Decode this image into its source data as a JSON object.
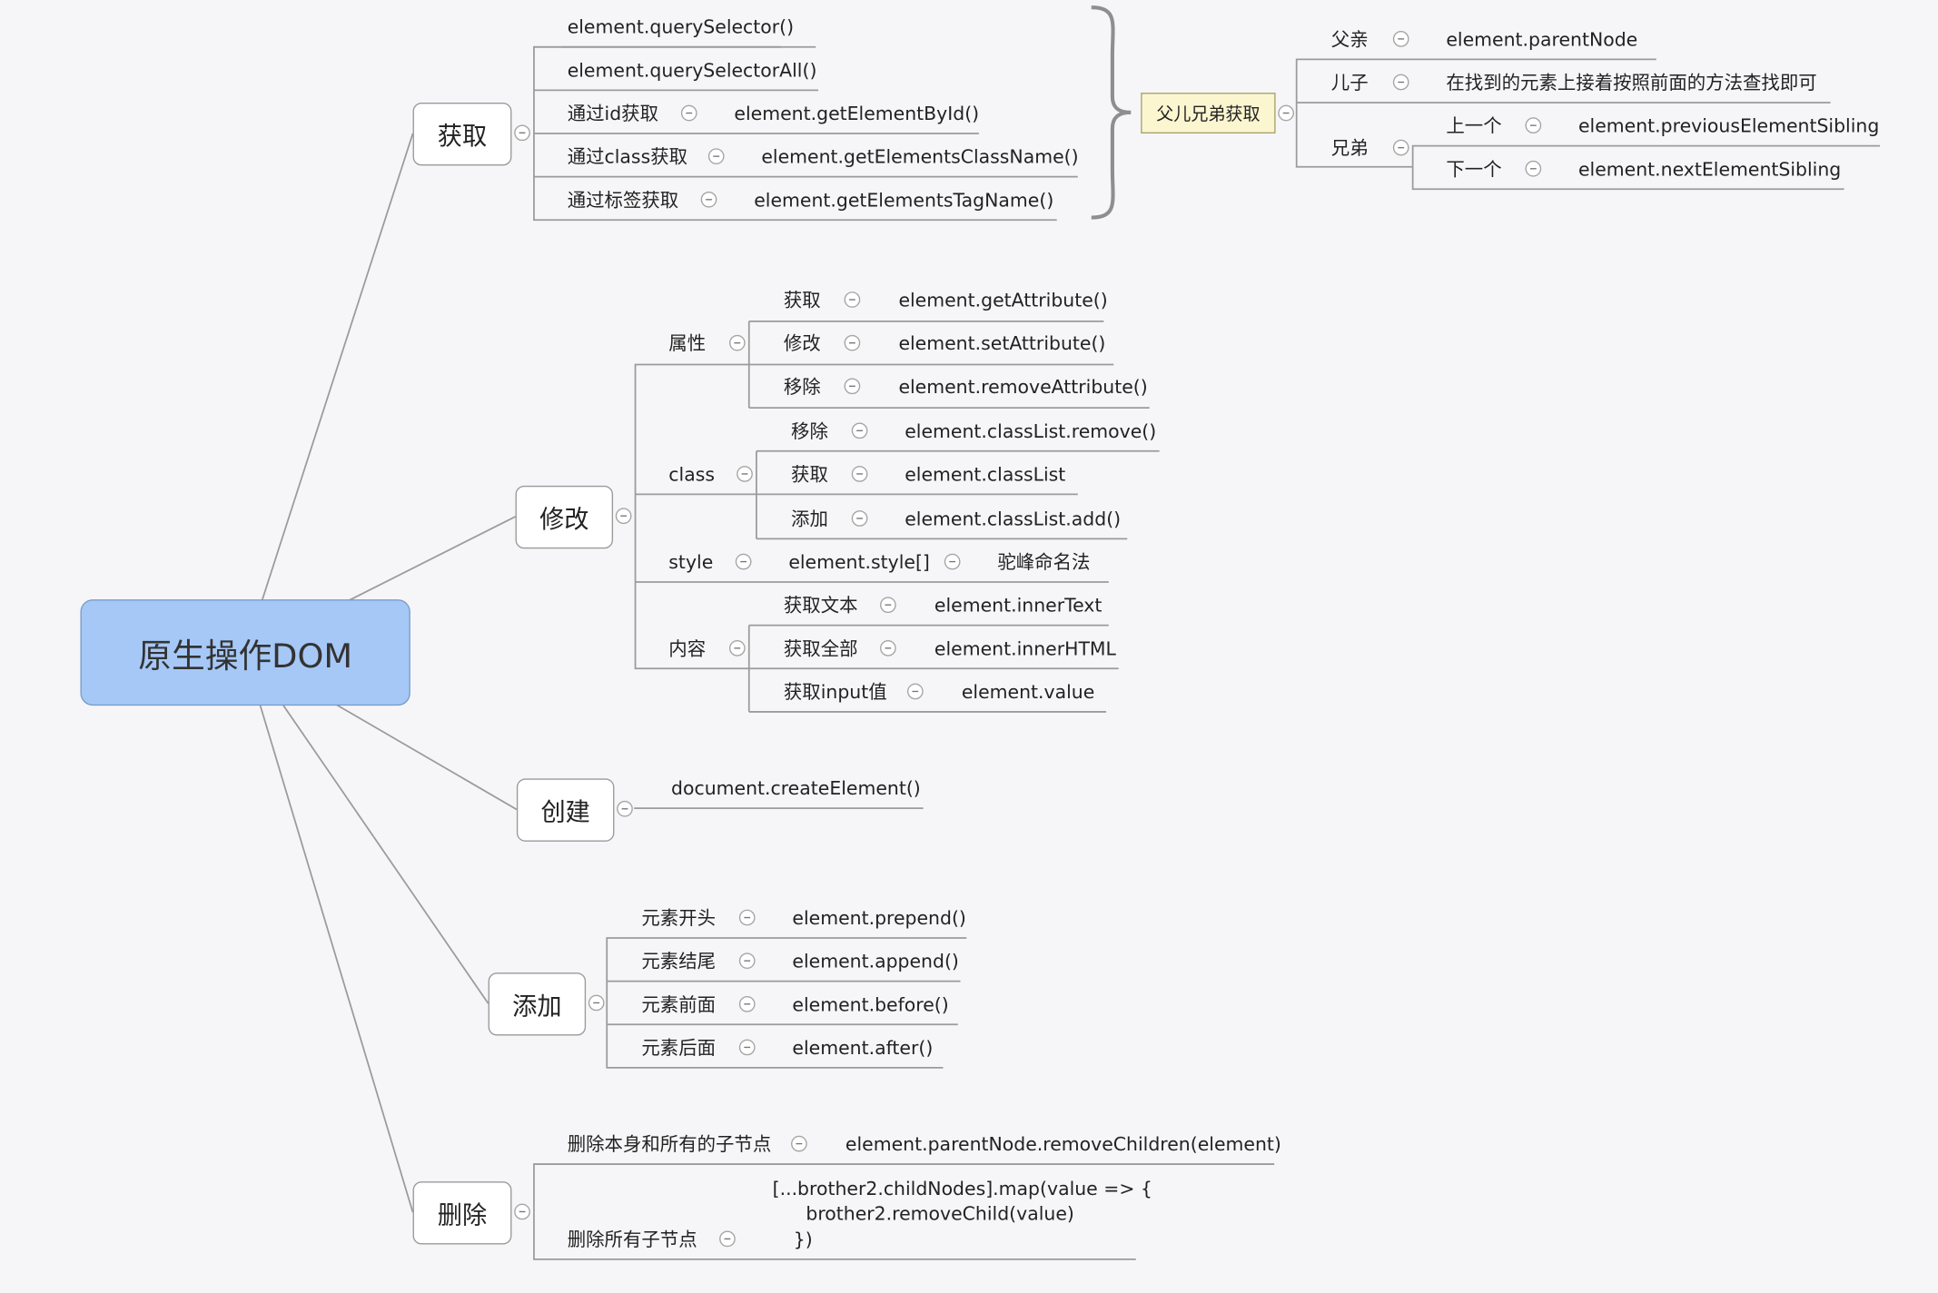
{
  "root": "原生操作DOM",
  "huoqu": {
    "title": "获取",
    "query_selector": "element.querySelector()",
    "query_selector_all": "element.querySelectorAll()",
    "by_id_label": "通过id获取",
    "by_id_value": "element.getElementById()",
    "by_class_label": "通过class获取",
    "by_class_value": "element.getElementsClassName()",
    "by_tag_label": "通过标签获取",
    "by_tag_value": "element.getElementsTagName()",
    "family_label": "父儿兄弟获取",
    "father_label": "父亲",
    "father_value": "element.parentNode",
    "son_label": "儿子",
    "son_value": "在找到的元素上接着按照前面的方法查找即可",
    "brother_label": "兄弟",
    "prev_label": "上一个",
    "prev_value": "element.previousElementSibling",
    "next_label": "下一个",
    "next_value": "element.nextElementSibling"
  },
  "xiugai": {
    "title": "修改",
    "attr_label": "属性",
    "attr_get_label": "获取",
    "attr_get_value": "element.getAttribute()",
    "attr_set_label": "修改",
    "attr_set_value": "element.setAttribute()",
    "attr_remove_label": "移除",
    "attr_remove_value": "element.removeAttribute()",
    "class_label": "class",
    "class_remove_label": "移除",
    "class_remove_value": "element.classList.remove()",
    "class_get_label": "获取",
    "class_get_value": "element.classList",
    "class_add_label": "添加",
    "class_add_value": "element.classList.add()",
    "style_label": "style",
    "style_value": "element.style[]",
    "style_note": "驼峰命名法",
    "content_label": "内容",
    "text_label": "获取文本",
    "text_value": "element.innerText",
    "html_label": "获取全部",
    "html_value": "element.innerHTML",
    "input_label": "获取input值",
    "input_value": "element.value"
  },
  "chuangjian": {
    "title": "创建",
    "value": "document.createElement()"
  },
  "tianjia": {
    "title": "添加",
    "start_label": "元素开头",
    "start_value": "element.prepend()",
    "end_label": "元素结尾",
    "end_value": "element.append()",
    "before_label": "元素前面",
    "before_value": "element.before()",
    "after_label": "元素后面",
    "after_value": "element.after()"
  },
  "shanchu": {
    "title": "删除",
    "self_label": "删除本身和所有的子节点",
    "self_value": "element.parentNode.removeChildren(element)",
    "children_label": "删除所有子节点",
    "children_code_1": "[...brother2.childNodes].map(value => {",
    "children_code_2": "brother2.removeChild(value)",
    "children_code_3": "})"
  },
  "colors": {
    "root_fill": "#a6c8f6",
    "note_fill": "#fbf6cf",
    "line": "#9b9b9b",
    "background": "#f6f6f8"
  }
}
